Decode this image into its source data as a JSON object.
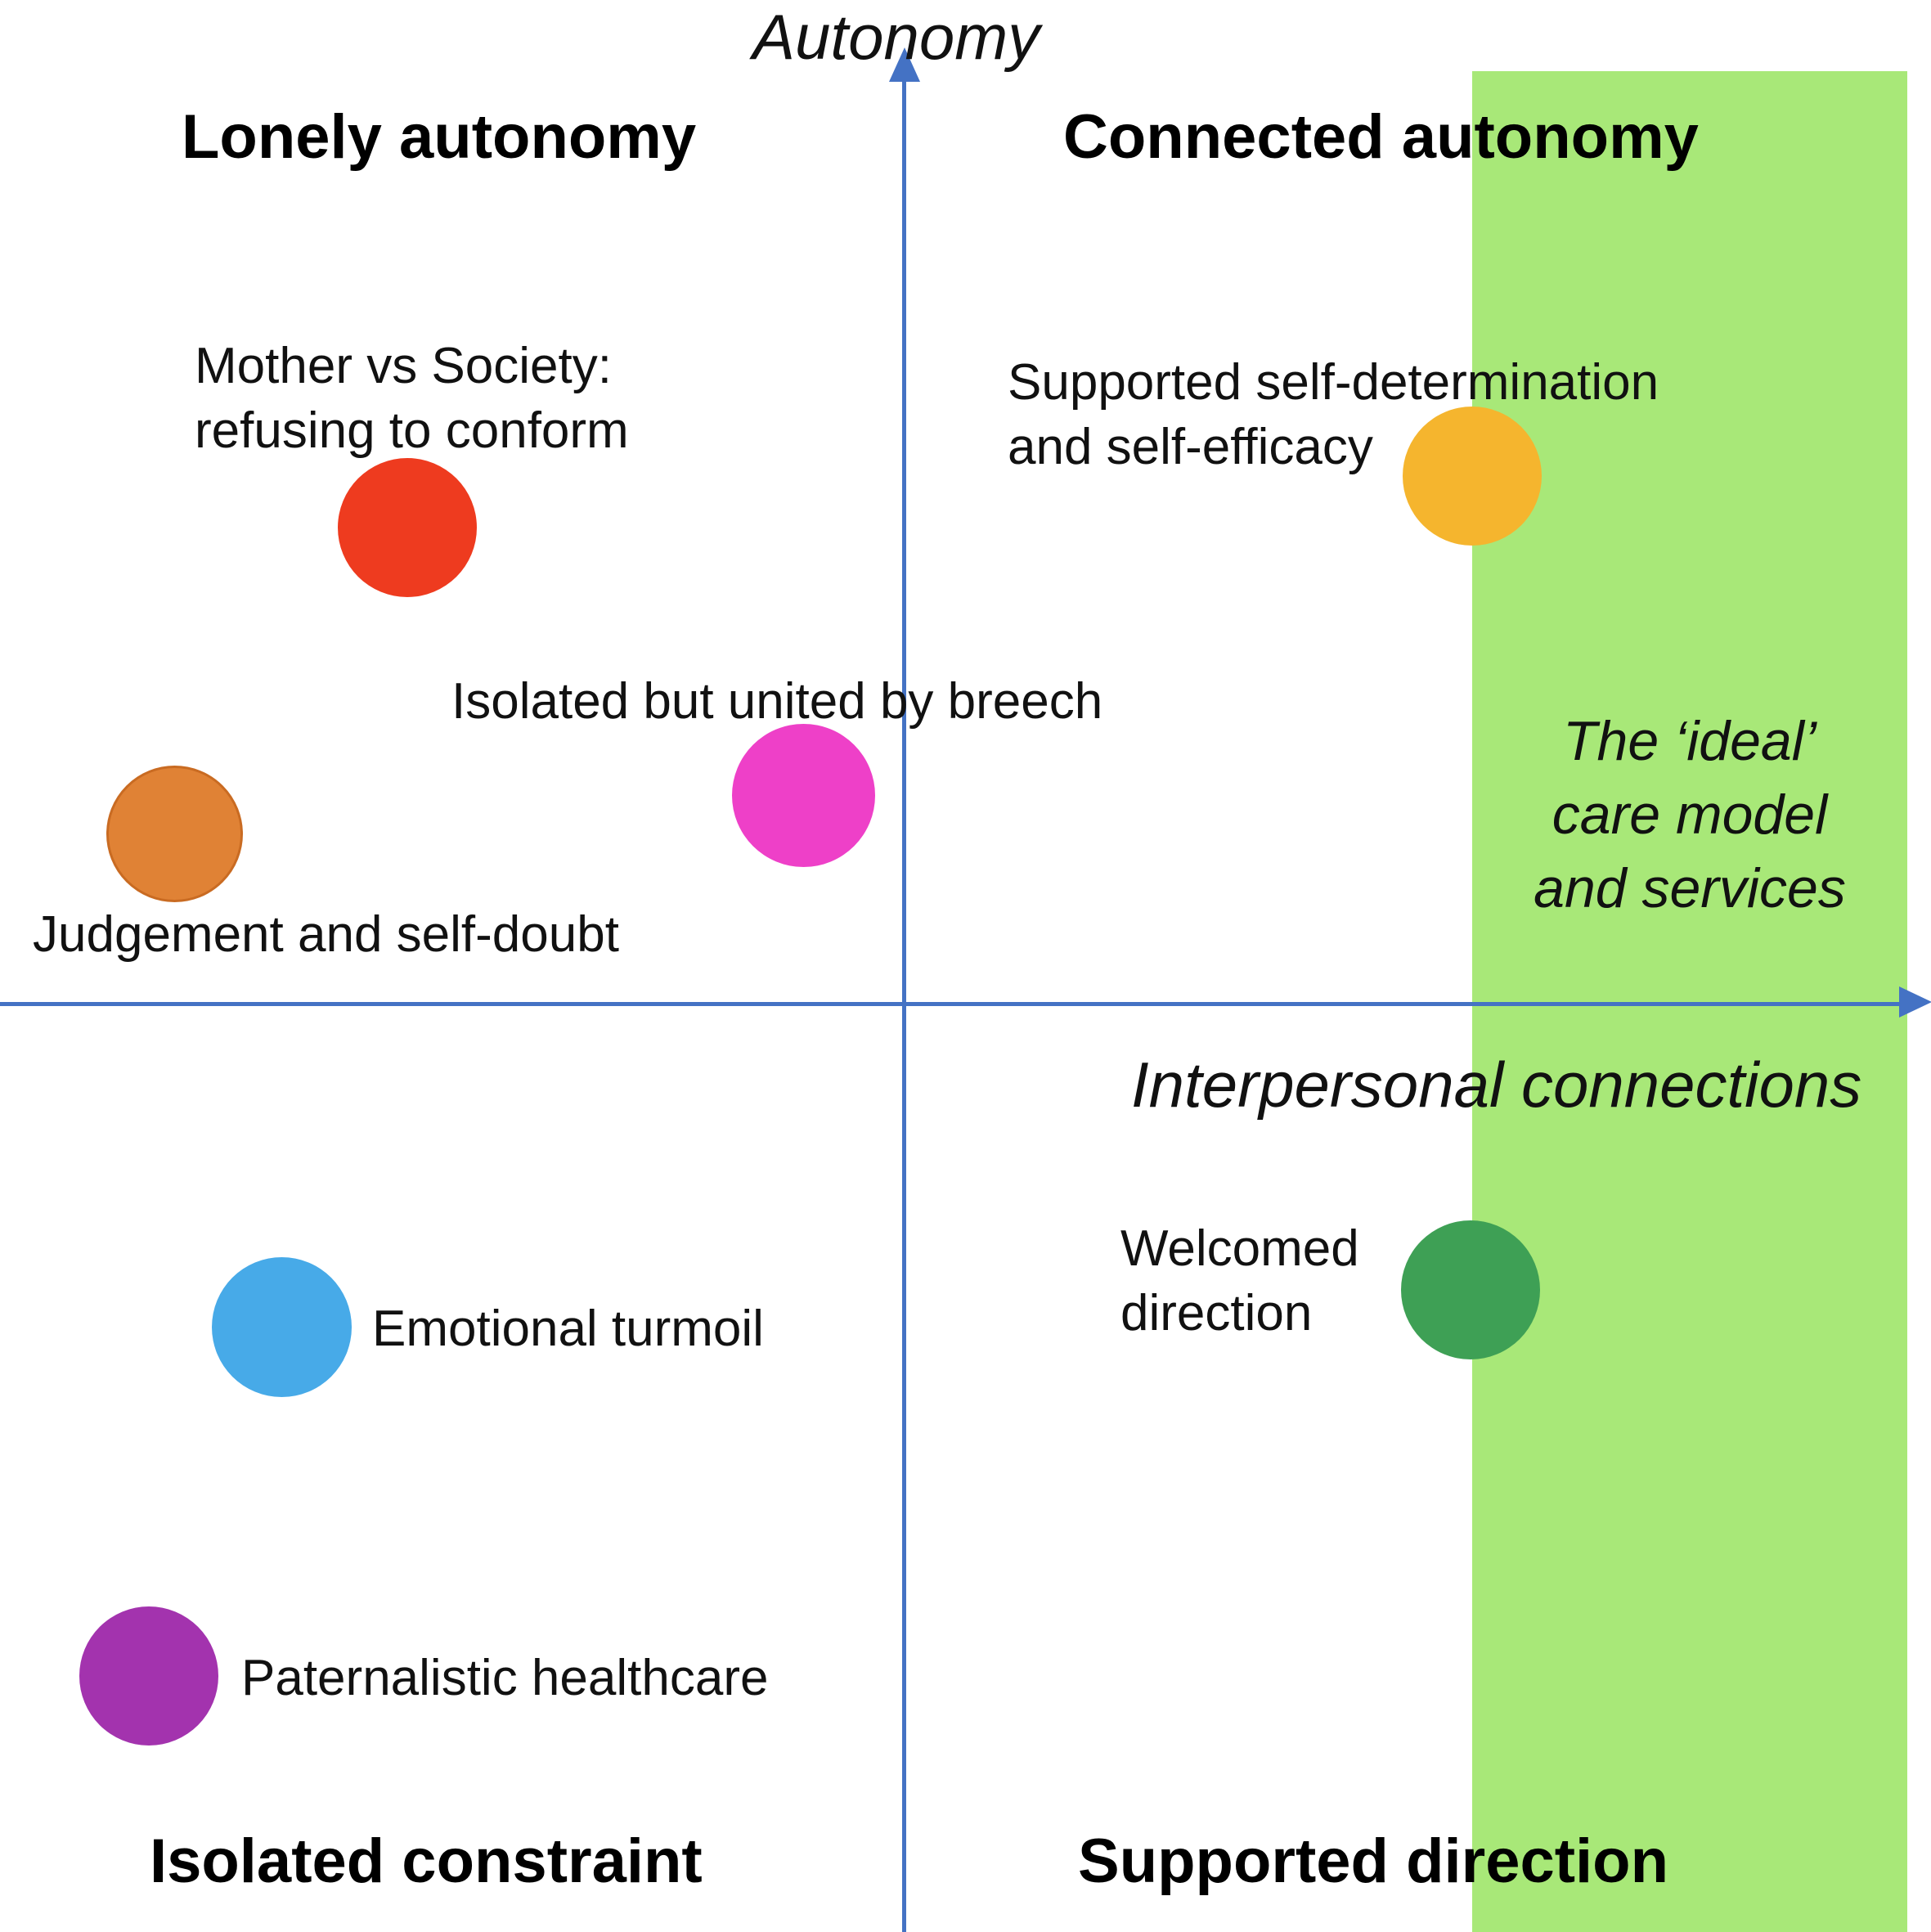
{
  "axes": {
    "y_title": "Autonomy",
    "x_title": "Interpersonal connections",
    "axis_color": "#4472C4"
  },
  "quadrants": {
    "top_left": "Lonely autonomy",
    "top_right": "Connected autonomy",
    "bottom_left": "Isolated constraint",
    "bottom_right": "Supported direction"
  },
  "highlight_band": {
    "label": "The ‘ideal’\ncare model\nand services",
    "color": "#A8E878"
  },
  "chart_data": {
    "type": "scatter",
    "title": "",
    "xlabel": "Interpersonal connections",
    "ylabel": "Autonomy",
    "xlim": [
      -1,
      1
    ],
    "ylim": [
      -1,
      1
    ],
    "grid": false,
    "legend": "none",
    "quadrant_labels": {
      "upper_left": "Lonely autonomy",
      "upper_right": "Connected autonomy",
      "lower_left": "Isolated constraint",
      "lower_right": "Supported direction"
    },
    "annotations": [
      {
        "text": "The ‘ideal’ care model and services",
        "kind": "band",
        "x_range": [
          0.56,
          1.0
        ]
      }
    ],
    "points": [
      {
        "label": "Mother vs Society: refusing to conform",
        "color": "#EE3B1F",
        "x": -0.55,
        "y": 0.51,
        "quadrant": "upper_left",
        "size": 170
      },
      {
        "label": "Isolated but united by breech",
        "color": "#EE40C8",
        "x": -0.11,
        "y": 0.21,
        "quadrant": "upper_left",
        "size": 175
      },
      {
        "label": "Judgement and self-doubt",
        "color": "#E08235",
        "x": -0.81,
        "y": 0.18,
        "quadrant": "upper_left",
        "size": 167
      },
      {
        "label": "Supported self-determination and self-efficacy",
        "color": "#F5B52E",
        "x": 0.57,
        "y": 0.57,
        "quadrant": "upper_right",
        "size": 170
      },
      {
        "label": "Emotional turmoil",
        "color": "#47AAE8",
        "x": -0.68,
        "y": -0.35,
        "quadrant": "lower_left",
        "size": 171
      },
      {
        "label": "Paternalistic healthcare",
        "color": "#A333AE",
        "x": -0.84,
        "y": -0.73,
        "quadrant": "lower_left",
        "size": 170
      },
      {
        "label": "Welcomed direction",
        "color": "#3EA055",
        "x": 0.57,
        "y": -0.31,
        "quadrant": "lower_right",
        "size": 170
      }
    ]
  },
  "nodes": [
    {
      "id": "mother-vs-society",
      "label": "Mother vs Society:\nrefusing to conform",
      "color": "#EE3B1F",
      "border": "none"
    },
    {
      "id": "isolated-but-united",
      "label": "Isolated but united by breech",
      "color": "#EE40C8",
      "border": "none"
    },
    {
      "id": "judgement-self-doubt",
      "label": "Judgement and self-doubt",
      "color": "#E08235",
      "border": "#C96B22"
    },
    {
      "id": "supported-self-determination",
      "label": "Supported self-determination\nand self-efficacy",
      "color": "#F5B52E",
      "border": "none"
    },
    {
      "id": "emotional-turmoil",
      "label": "Emotional turmoil",
      "color": "#47AAE8",
      "border": "none"
    },
    {
      "id": "paternalistic-healthcare",
      "label": "Paternalistic healthcare",
      "color": "#A333AE",
      "border": "none"
    },
    {
      "id": "welcomed-direction",
      "label": "Welcomed\ndirection",
      "color": "#3EA055",
      "border": "none"
    }
  ]
}
